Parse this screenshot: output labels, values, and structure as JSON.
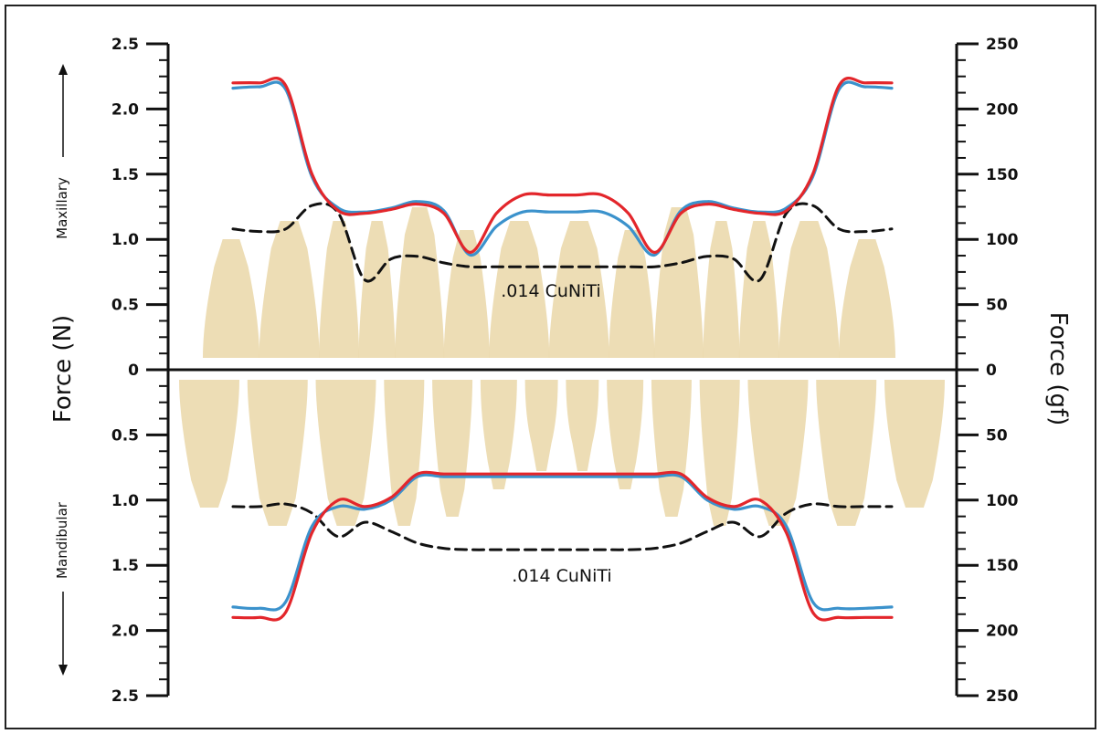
{
  "chart_data": {
    "type": "line",
    "x": [
      0,
      4,
      8,
      12,
      16,
      20,
      24,
      28,
      32,
      36,
      40,
      44,
      48,
      52,
      56,
      60,
      64,
      68,
      72,
      76,
      80,
      84,
      88,
      92,
      96,
      100
    ],
    "left_axis": {
      "label": "Force (N)",
      "ticks": [
        "2.5",
        "2.0",
        "1.5",
        "1.0",
        "0.5",
        "0",
        "0.5",
        "1.0",
        "1.5",
        "2.0",
        "2.5"
      ],
      "ylim": [
        -2.5,
        2.5
      ]
    },
    "right_axis": {
      "label": "Force (gf)",
      "ticks": [
        "250",
        "200",
        "150",
        "100",
        "50",
        "0",
        "50",
        "100",
        "150",
        "200",
        "250"
      ],
      "ylim": [
        -250,
        250
      ]
    },
    "side_labels": {
      "upper": "Maxillary",
      "lower": "Mandibular"
    },
    "annotations": [
      {
        "text": ".014 CuNiTi",
        "x": 50,
        "y": 0.62
      },
      {
        "text": ".014 CuNiTi",
        "x": 50,
        "y": -1.58
      }
    ],
    "colors": {
      "red": "#e3262b",
      "blue": "#3b92cc",
      "dashed": "#111111",
      "tooth": "#ead7a8"
    },
    "series": [
      {
        "color": "red",
        "style": "solid",
        "arch": "maxillary",
        "values": [
          2.2,
          2.2,
          2.18,
          1.5,
          1.22,
          1.2,
          1.23,
          1.27,
          1.2,
          0.9,
          1.2,
          1.34,
          1.34,
          1.34,
          1.34,
          1.2,
          0.9,
          1.2,
          1.27,
          1.23,
          1.2,
          1.22,
          1.5,
          2.18,
          2.2,
          2.2
        ]
      },
      {
        "color": "blue",
        "style": "solid",
        "arch": "maxillary",
        "values": [
          2.16,
          2.17,
          2.15,
          1.48,
          1.24,
          1.21,
          1.24,
          1.29,
          1.22,
          0.88,
          1.1,
          1.21,
          1.21,
          1.21,
          1.21,
          1.1,
          0.88,
          1.22,
          1.29,
          1.24,
          1.21,
          1.24,
          1.48,
          2.15,
          2.17,
          2.16
        ]
      },
      {
        "color": "dashed",
        "style": "dashed",
        "arch": "maxillary",
        "values": [
          1.08,
          1.06,
          1.08,
          1.26,
          1.2,
          0.69,
          0.85,
          0.87,
          0.82,
          0.79,
          0.79,
          0.79,
          0.79,
          0.79,
          0.79,
          0.79,
          0.79,
          0.82,
          0.87,
          0.85,
          0.69,
          1.2,
          1.26,
          1.08,
          1.06,
          1.08
        ]
      },
      {
        "color": "red",
        "style": "solid",
        "arch": "mandibular",
        "values": [
          -1.9,
          -1.9,
          -1.86,
          -1.25,
          -1.0,
          -1.05,
          -0.98,
          -0.8,
          -0.8,
          -0.8,
          -0.8,
          -0.8,
          -0.8,
          -0.8,
          -0.8,
          -0.8,
          -0.8,
          -0.8,
          -0.98,
          -1.05,
          -1.0,
          -1.25,
          -1.86,
          -1.9,
          -1.9,
          -1.9
        ]
      },
      {
        "color": "blue",
        "style": "solid",
        "arch": "mandibular",
        "values": [
          -1.82,
          -1.83,
          -1.78,
          -1.2,
          -1.05,
          -1.07,
          -1.0,
          -0.82,
          -0.82,
          -0.82,
          -0.82,
          -0.82,
          -0.82,
          -0.82,
          -0.82,
          -0.82,
          -0.82,
          -0.82,
          -1.0,
          -1.07,
          -1.05,
          -1.2,
          -1.78,
          -1.83,
          -1.83,
          -1.82
        ]
      },
      {
        "color": "dashed",
        "style": "dashed",
        "arch": "mandibular",
        "values": [
          -1.05,
          -1.05,
          -1.03,
          -1.1,
          -1.28,
          -1.17,
          -1.24,
          -1.33,
          -1.37,
          -1.38,
          -1.38,
          -1.38,
          -1.38,
          -1.38,
          -1.38,
          -1.38,
          -1.37,
          -1.33,
          -1.24,
          -1.17,
          -1.28,
          -1.1,
          -1.03,
          -1.05,
          -1.05,
          -1.05
        ]
      }
    ]
  }
}
